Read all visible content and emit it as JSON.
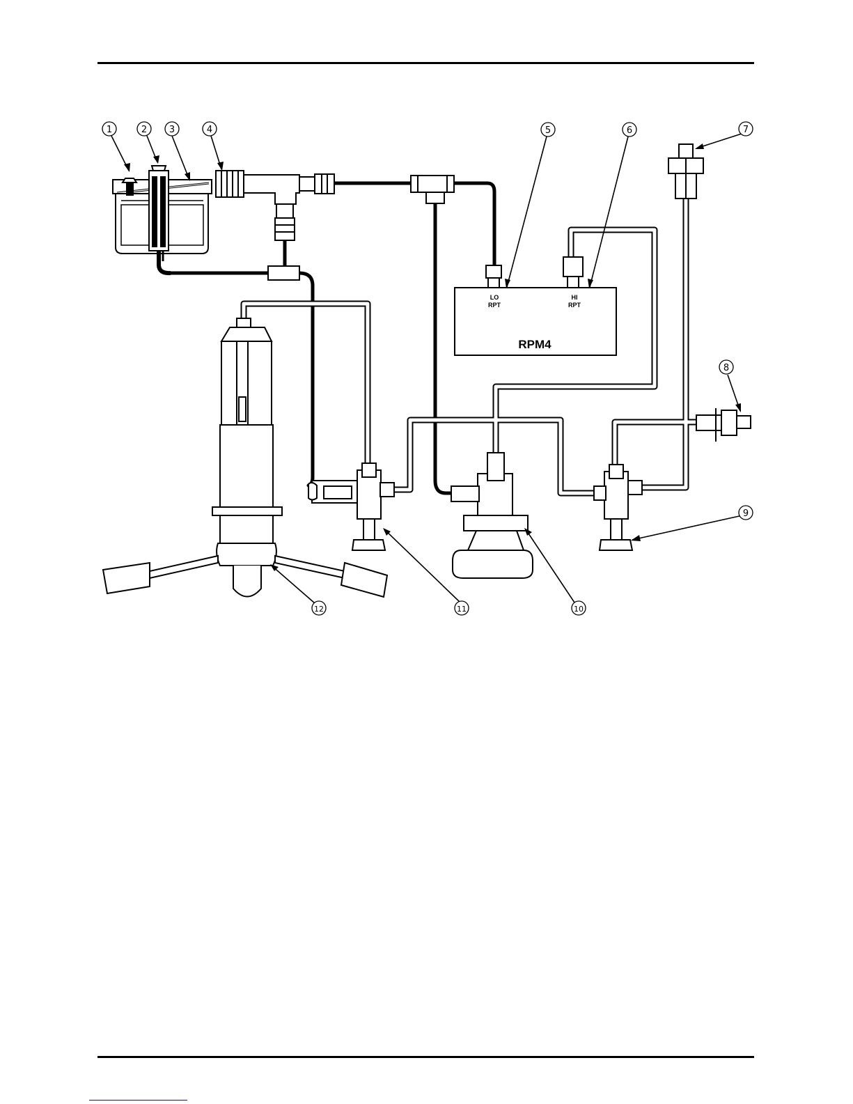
{
  "callouts": {
    "c1": "1",
    "c2": "2",
    "c3": "3",
    "c4": "4",
    "c5": "5",
    "c6": "6",
    "c7": "7",
    "c8": "8",
    "c9": "9",
    "c10": "10",
    "c11": "11",
    "c12": "12"
  },
  "rpm4": {
    "title": "RPM4",
    "lo_line1": "LO",
    "lo_line2": "RPT",
    "hi_line1": "HI",
    "hi_line2": "RPT"
  },
  "colors": {
    "ink": "#000000",
    "footer_link": "#1a0dab"
  }
}
